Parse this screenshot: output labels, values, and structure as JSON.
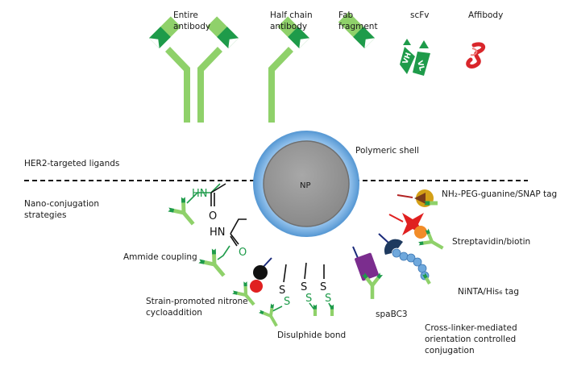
{
  "ligands": {
    "entire_antibody": "Entire\nantibody",
    "half_chain_antibody": "Half chain\nantibody",
    "fab_fragment": "Fab\nfragment",
    "scfv": "scFv",
    "affibody": "Affibody",
    "vh": "VH",
    "vl": "VL"
  },
  "sections": {
    "ligands_title": "HER2-targeted ligands",
    "strategies_title": "Nano-conjugation\nstrategies"
  },
  "nanoparticle": {
    "core": "NP",
    "shell": "Polymeric shell"
  },
  "strategies": {
    "amide_coupling": "Ammide coupling",
    "nitrone": "Strain-promoted nitrone\ncycloaddition",
    "disulphide": "Disulphide bond",
    "spabc3": "spaBC3",
    "snap": "NH₂-PEG-guanine/SNAP tag",
    "streptavidin": "Streptavidin/biotin",
    "ninta": "NiNTA/His₆ tag",
    "cross_linker": "Cross-linker-mediated\norientation controlled\nconjugation"
  },
  "chem_labels": {
    "nh": "HN",
    "o": "O",
    "s": "S"
  },
  "colors": {
    "dark_green": "#1e9b4a",
    "light_green": "#8fd16a",
    "shell_blue": "#5b9bd5",
    "core_gray": "#9a9a9a"
  }
}
